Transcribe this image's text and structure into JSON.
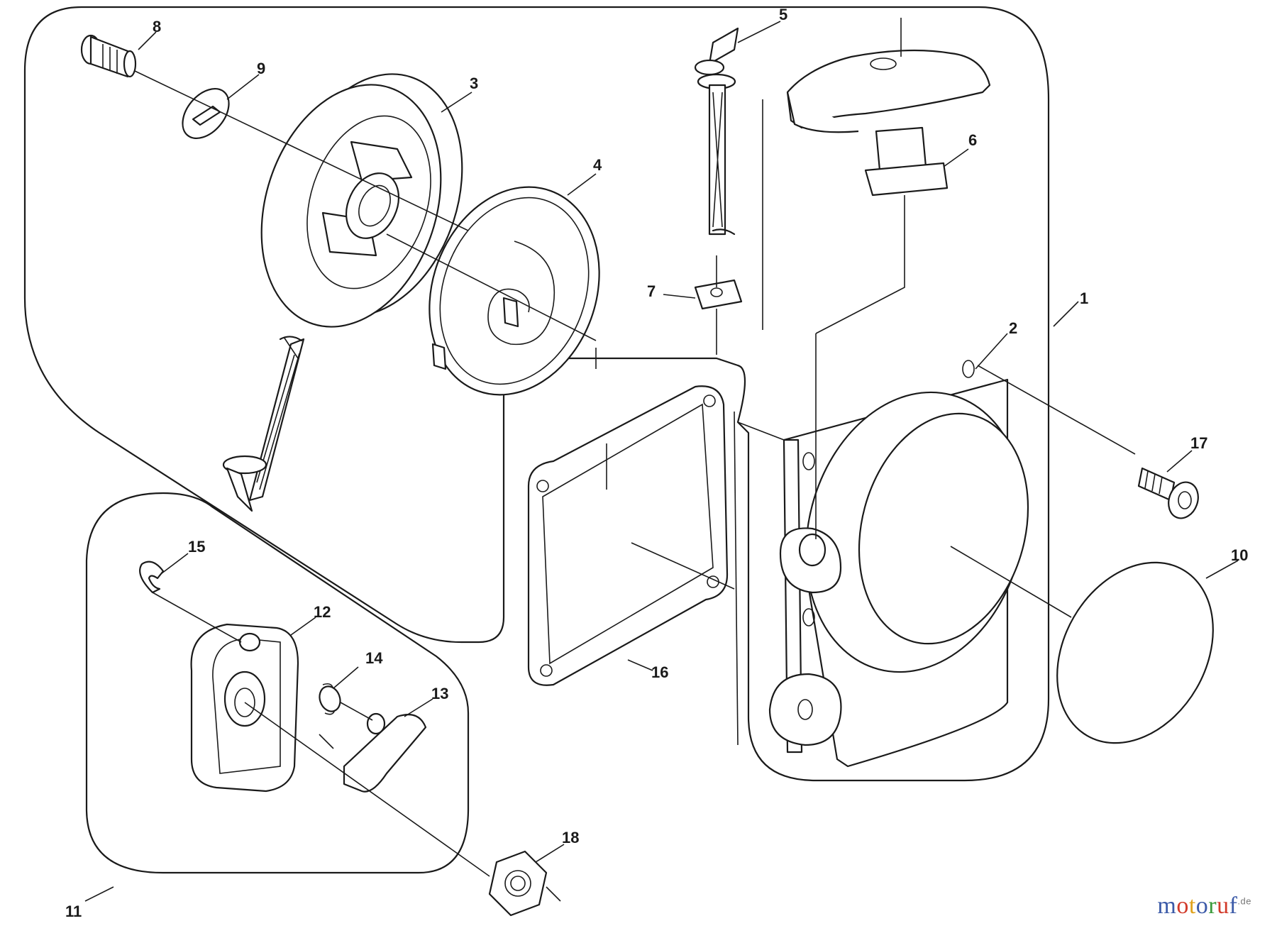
{
  "callouts": [
    {
      "id": "1",
      "label": "1"
    },
    {
      "id": "2",
      "label": "2"
    },
    {
      "id": "3",
      "label": "3"
    },
    {
      "id": "4",
      "label": "4"
    },
    {
      "id": "5",
      "label": "5"
    },
    {
      "id": "6",
      "label": "6"
    },
    {
      "id": "7",
      "label": "7"
    },
    {
      "id": "8",
      "label": "8"
    },
    {
      "id": "9",
      "label": "9"
    },
    {
      "id": "10",
      "label": "10"
    },
    {
      "id": "11",
      "label": "11"
    },
    {
      "id": "12",
      "label": "12"
    },
    {
      "id": "13",
      "label": "13"
    },
    {
      "id": "14",
      "label": "14"
    },
    {
      "id": "15",
      "label": "15"
    },
    {
      "id": "16",
      "label": "16"
    },
    {
      "id": "17",
      "label": "17"
    },
    {
      "id": "18",
      "label": "18"
    }
  ],
  "watermark": {
    "text": "motoruf",
    "suffix": ".de",
    "letter_colors": [
      "#3b5aa8",
      "#d23a2a",
      "#e0a21c",
      "#3b5aa8",
      "#3a9a3a",
      "#d23a2a",
      "#3b5aa8"
    ]
  },
  "colors": {
    "line": "#1a1a1a",
    "background": "#ffffff"
  }
}
